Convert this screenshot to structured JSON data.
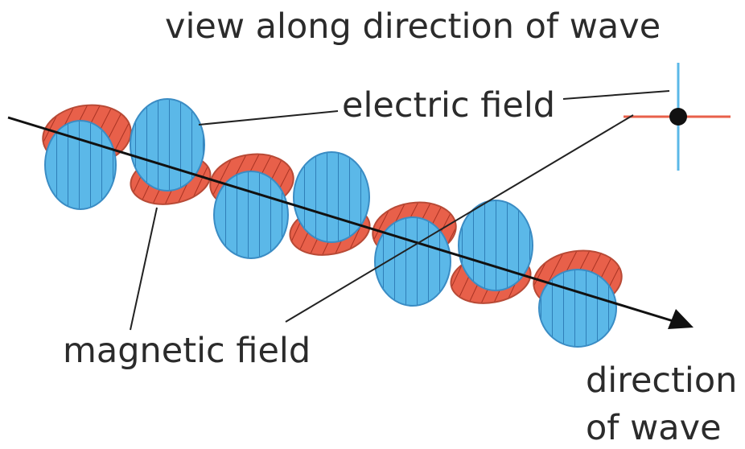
{
  "labels": {
    "view_along": "view along direction of wave",
    "electric_field": "electric field",
    "magnetic_field": "magnetic field",
    "direction_line1": "direction",
    "direction_line2": "of wave"
  },
  "colors": {
    "electric": "#5bb8e8",
    "electric_stripe": "#2f7fb8",
    "magnetic": "#e8604a",
    "magnetic_stripe": "#a83222",
    "outline_electric": "#3a8cc4",
    "outline_magnetic": "#b84a36",
    "axis": "#111111",
    "text": "#2b2b2b"
  }
}
